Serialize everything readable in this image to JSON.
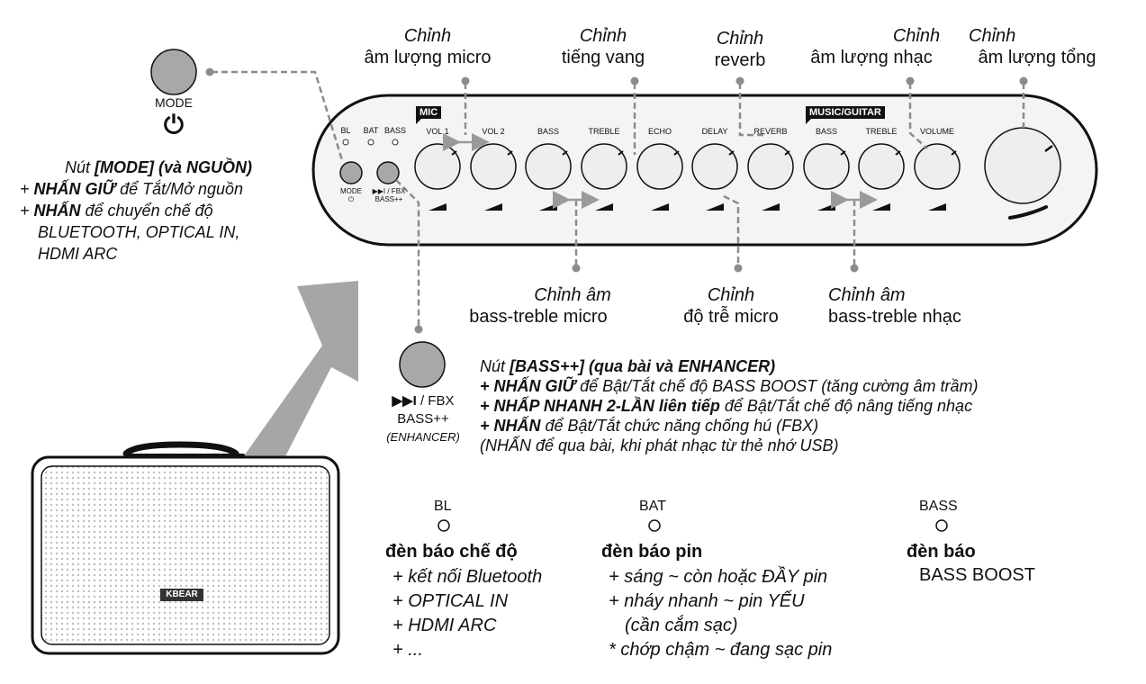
{
  "callouts_top": {
    "mic_volume": [
      "Chỉnh",
      "âm lượng micro"
    ],
    "echo": [
      "Chỉnh",
      "tiếng vang"
    ],
    "reverb": [
      "Chỉnh",
      "reverb"
    ],
    "music_volume": [
      "Chỉnh",
      "âm lượng nhạc"
    ],
    "master_volume": [
      "Chỉnh",
      "âm lượng tổng"
    ]
  },
  "callouts_bottom": {
    "mic_bass_treble": [
      "Chỉnh âm",
      "bass-treble micro"
    ],
    "mic_delay": [
      "Chỉnh",
      "độ trễ micro"
    ],
    "music_bass_treble": [
      "Chỉnh âm",
      "bass-treble nhạc"
    ]
  },
  "panel": {
    "mic_tag": "MIC",
    "music_tag": "MUSIC/GUITAR",
    "led_labels": [
      "BL",
      "BAT",
      "BASS"
    ],
    "knob_labels": [
      "VOL 1",
      "VOL 2",
      "BASS",
      "TREBLE",
      "ECHO",
      "DELAY",
      "REVERB",
      "BASS",
      "TREBLE",
      "VOLUME"
    ],
    "mode_btn_label": "MODE",
    "mode_btn_sub": "⏻",
    "fbx_btn_label": "▶▶I / FBX",
    "fbx_btn_sub": "BASS++"
  },
  "mode_button": {
    "label": "MODE",
    "power_icon": "⏻",
    "title_pre": "Nút ",
    "title_bold": "[MODE] (và NGUỒN)",
    "lines": [
      {
        "pre": "+ ",
        "bold": "NHẤN GIỮ",
        "post": " để Tắt/Mở nguồn"
      },
      {
        "pre": "+ ",
        "bold": "NHẤN",
        "post": " để chuyển chế độ"
      }
    ],
    "modes_line1": "BLUETOOTH, OPTICAL IN,",
    "modes_line2": "HDMI ARC"
  },
  "bass_button": {
    "label_icon": "▶▶I",
    "label_text": " / FBX",
    "label2": "BASS++",
    "label3": "(ENHANCER)",
    "title_pre": "Nút ",
    "title_bold": "[BASS++] (qua bài và ENHANCER)",
    "lines": [
      {
        "pre": "+ ",
        "bold": "NHẤN GIỮ",
        "post": " để Bật/Tắt chế độ BASS BOOST (tăng cường âm trầm)"
      },
      {
        "pre": "+ ",
        "bold": "NHẤP NHANH 2-LẦN liên tiếp",
        "post": " để Bật/Tắt chế độ nâng tiếng nhạc"
      },
      {
        "pre": "+ ",
        "bold": "NHẤN",
        "post": " để Bật/Tắt chức năng chống hú (FBX)"
      }
    ],
    "note": "(NHẤN để qua bài, khi phát nhạc từ thẻ nhớ USB)"
  },
  "leds": [
    {
      "name": "BL",
      "head": "đèn báo chế độ",
      "lines": [
        "+ kết nối Bluetooth",
        "+ OPTICAL IN",
        "+ HDMI ARC",
        "+ ..."
      ]
    },
    {
      "name": "BAT",
      "head": "đèn báo pin",
      "lines": [
        "+ sáng ~ còn hoặc ĐẦY pin",
        "+ nháy nhanh ~ pin YẾU",
        "(cần cắm sạc)",
        "* chớp chậm ~ đang sạc pin"
      ]
    },
    {
      "name": "BASS",
      "head": "đèn báo",
      "sub": "BASS BOOST"
    }
  ],
  "speaker": {
    "brand": "KBEAR"
  },
  "colors": {
    "button_gray": "#a8a8a8",
    "knob_gray": "#eeeeee",
    "panel_fill": "#f4f4f4",
    "dash": "#8c8c8c",
    "arrow": "#9a9a9a",
    "arrow_big": "#a6a6a6"
  }
}
